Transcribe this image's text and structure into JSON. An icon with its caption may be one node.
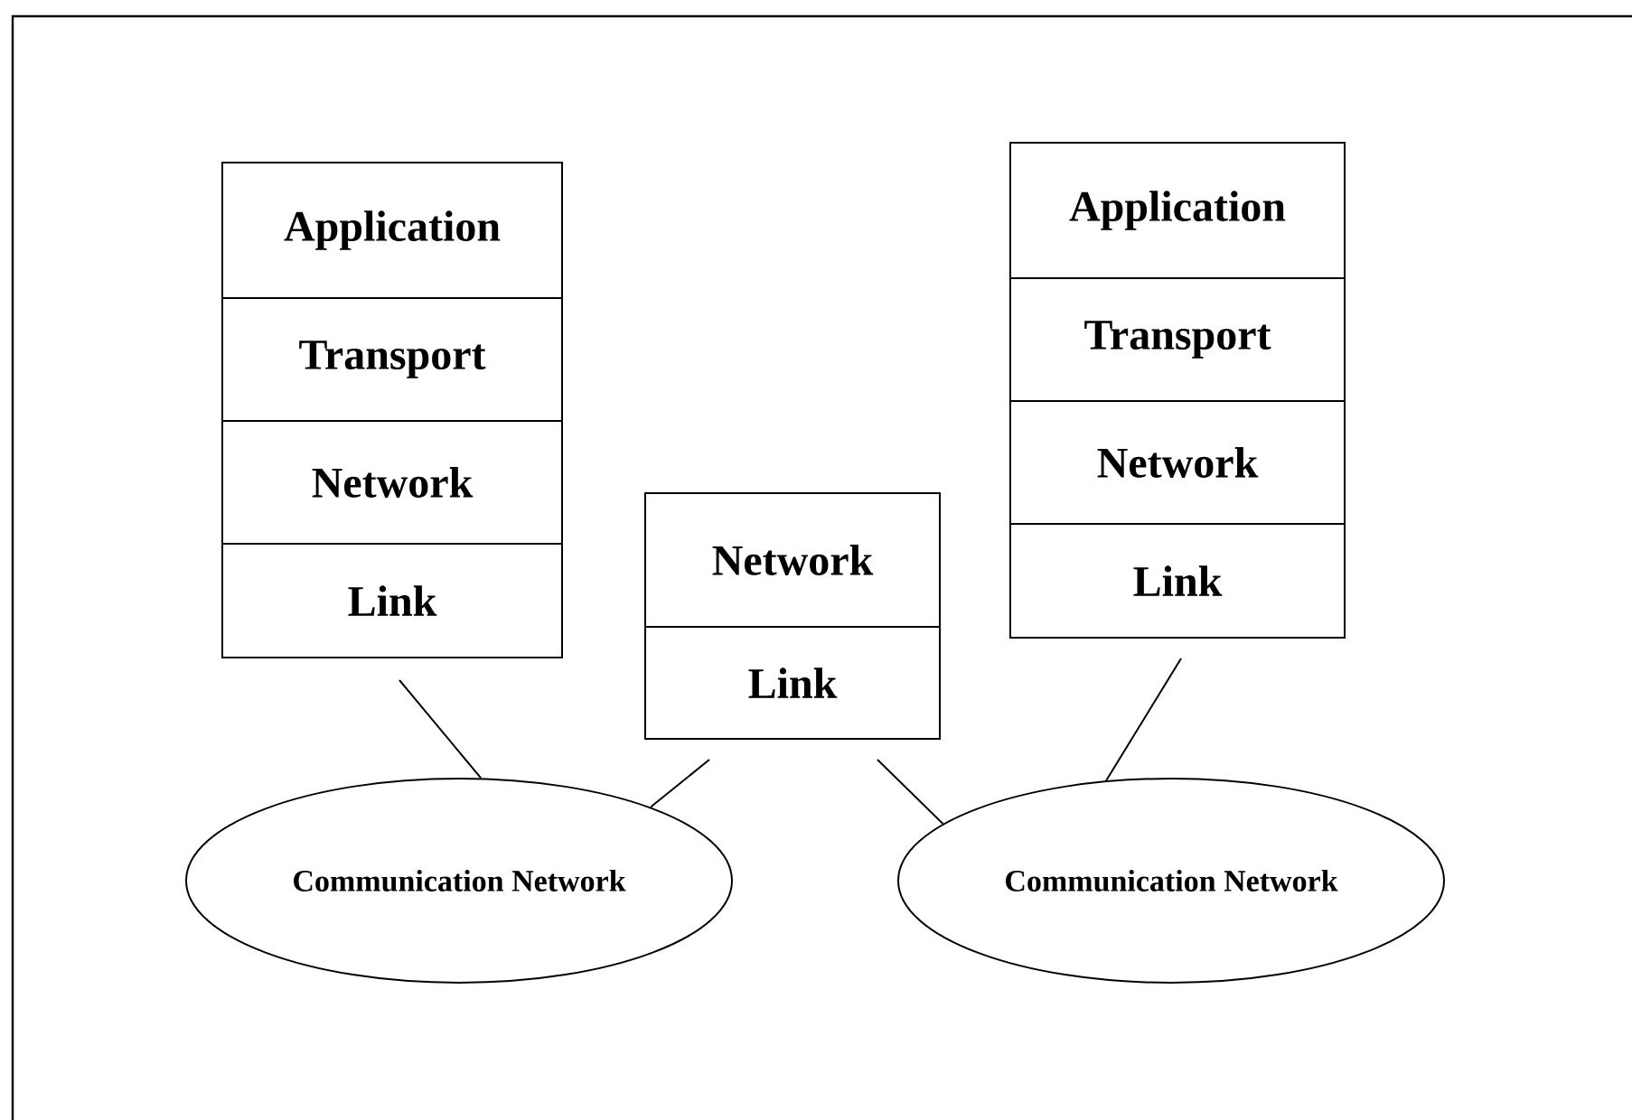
{
  "diagram": {
    "nodes": [
      {
        "text": [
          "Application"
        ]
      },
      {
        "text": [
          "Transport"
        ]
      },
      {
        "text": [
          "Network"
        ]
      },
      {
        "text": [
          "Link"
        ]
      },
      {
        "text": [
          "Network"
        ]
      },
      {
        "text": [
          "Link"
        ]
      },
      {
        "text": [
          "Application"
        ]
      },
      {
        "text": [
          "Transport"
        ]
      },
      {
        "text": [
          "Network"
        ]
      },
      {
        "text": [
          "Link"
        ]
      },
      {
        "text": [
          "Communication Network"
        ]
      },
      {
        "text": [
          "Communication Network"
        ]
      }
    ],
    "edges": [
      {
        "from": 3,
        "to": 10,
        "arrow": "none"
      },
      {
        "from": 5,
        "to": 10,
        "arrow": "none"
      },
      {
        "from": 5,
        "to": 11,
        "arrow": "none"
      },
      {
        "from": 9,
        "to": 11,
        "arrow": "none"
      }
    ]
  }
}
